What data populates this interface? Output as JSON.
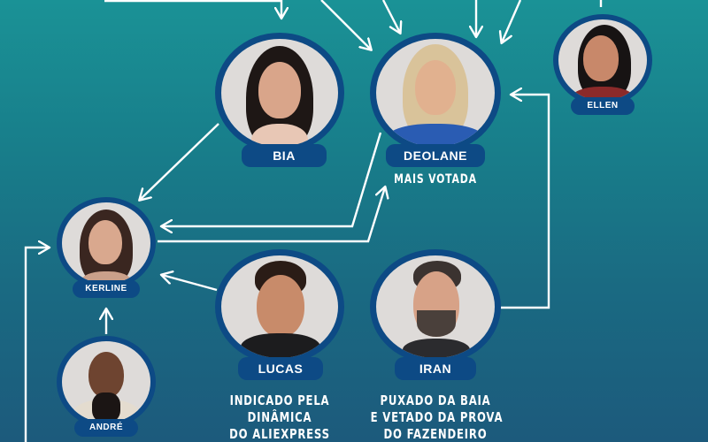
{
  "colors": {
    "background_top": "#1a9296",
    "background_bottom": "#1c5a7c",
    "ring": "#0d4a85",
    "label_bg": "#0d4a85",
    "arrow": "#ffffff"
  },
  "participants": [
    {
      "id": "bia",
      "name": "BIA",
      "caption": ""
    },
    {
      "id": "deolane",
      "name": "DEOLANE",
      "caption": "MAIS VOTADA"
    },
    {
      "id": "ellen",
      "name": "ELLEN",
      "caption": ""
    },
    {
      "id": "kerline",
      "name": "KERLINE",
      "caption": ""
    },
    {
      "id": "andre",
      "name": "ANDRÉ",
      "caption": ""
    },
    {
      "id": "lucas",
      "name": "LUCAS",
      "caption_lines": [
        "INDICADO PELA",
        "DINÂMICA",
        "DO ALIEXPRESS"
      ]
    },
    {
      "id": "iran",
      "name": "IRAN",
      "caption_lines": [
        "PUXADO DA BAIA",
        "E VETADO DA PROVA",
        "DO FAZENDEIRO"
      ]
    }
  ],
  "connections": [
    {
      "from": "offscreen-top-left",
      "to": "bia"
    },
    {
      "from": "offscreen-top",
      "to": "deolane"
    },
    {
      "from": "offscreen-top",
      "to": "deolane"
    },
    {
      "from": "offscreen-top",
      "to": "deolane"
    },
    {
      "from": "offscreen-top-right",
      "to": "deolane"
    },
    {
      "from": "bia",
      "to": "kerline"
    },
    {
      "from": "deolane",
      "to": "kerline"
    },
    {
      "from": "kerline",
      "to": "deolane"
    },
    {
      "from": "lucas",
      "to": "kerline"
    },
    {
      "from": "andre",
      "to": "kerline"
    },
    {
      "from": "offscreen-bottom-left",
      "to": "kerline"
    },
    {
      "from": "iran",
      "to": "deolane"
    }
  ]
}
